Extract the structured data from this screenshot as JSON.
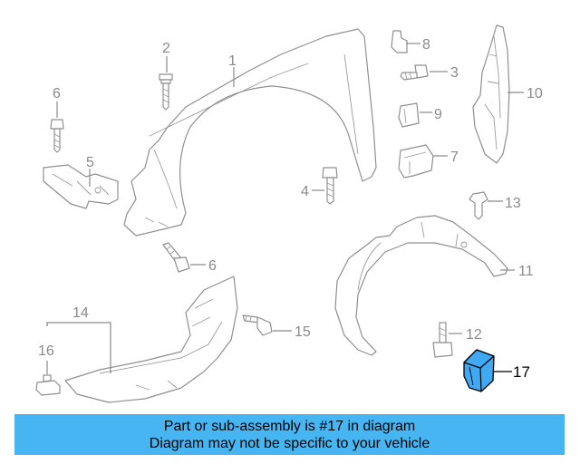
{
  "callouts": {
    "c1": "1",
    "c2": "2",
    "c3": "3",
    "c4": "4",
    "c5": "5",
    "c6a": "6",
    "c6b": "6",
    "c7": "7",
    "c8": "8",
    "c9": "9",
    "c10": "10",
    "c11": "11",
    "c12": "12",
    "c13": "13",
    "c14": "14",
    "c15": "15",
    "c16": "16",
    "c17": "17"
  },
  "highlight": {
    "part": "17",
    "color": "#3fa9f5"
  },
  "banner": {
    "line1": "Part or sub-assembly is #17 in diagram",
    "line2": "Diagram may not be specific to your vehicle",
    "color": "#47b5f2"
  }
}
